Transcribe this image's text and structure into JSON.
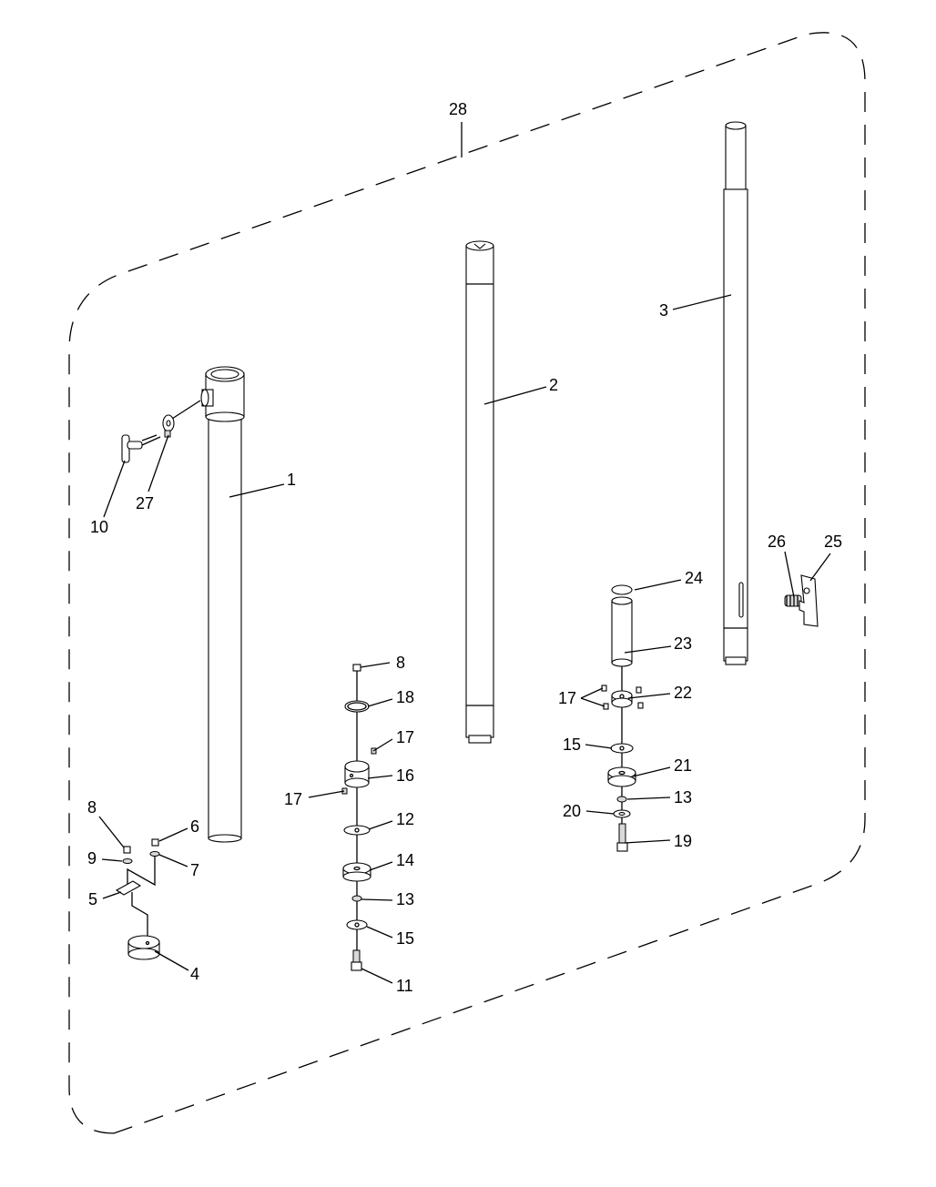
{
  "callouts": [
    {
      "id": "c28",
      "text": "28"
    },
    {
      "id": "c1",
      "text": "1"
    },
    {
      "id": "c2",
      "text": "2"
    },
    {
      "id": "c3",
      "text": "3"
    },
    {
      "id": "c10",
      "text": "10"
    },
    {
      "id": "c27",
      "text": "27"
    },
    {
      "id": "c26",
      "text": "26"
    },
    {
      "id": "c25",
      "text": "25"
    },
    {
      "id": "c24",
      "text": "24"
    },
    {
      "id": "c23",
      "text": "23"
    },
    {
      "id": "c22",
      "text": "22"
    },
    {
      "id": "c17r",
      "text": "17"
    },
    {
      "id": "c15r",
      "text": "15"
    },
    {
      "id": "c21",
      "text": "21"
    },
    {
      "id": "c13r",
      "text": "13"
    },
    {
      "id": "c20",
      "text": "20"
    },
    {
      "id": "c19",
      "text": "19"
    },
    {
      "id": "c8m",
      "text": "8"
    },
    {
      "id": "c18",
      "text": "18"
    },
    {
      "id": "c17a",
      "text": "17"
    },
    {
      "id": "c16",
      "text": "16"
    },
    {
      "id": "c17b",
      "text": "17"
    },
    {
      "id": "c12",
      "text": "12"
    },
    {
      "id": "c14",
      "text": "14"
    },
    {
      "id": "c13m",
      "text": "13"
    },
    {
      "id": "c15m",
      "text": "15"
    },
    {
      "id": "c11",
      "text": "11"
    },
    {
      "id": "c8l",
      "text": "8"
    },
    {
      "id": "c6",
      "text": "6"
    },
    {
      "id": "c9",
      "text": "9"
    },
    {
      "id": "c7",
      "text": "7"
    },
    {
      "id": "c5",
      "text": "5"
    },
    {
      "id": "c4",
      "text": "4"
    }
  ]
}
